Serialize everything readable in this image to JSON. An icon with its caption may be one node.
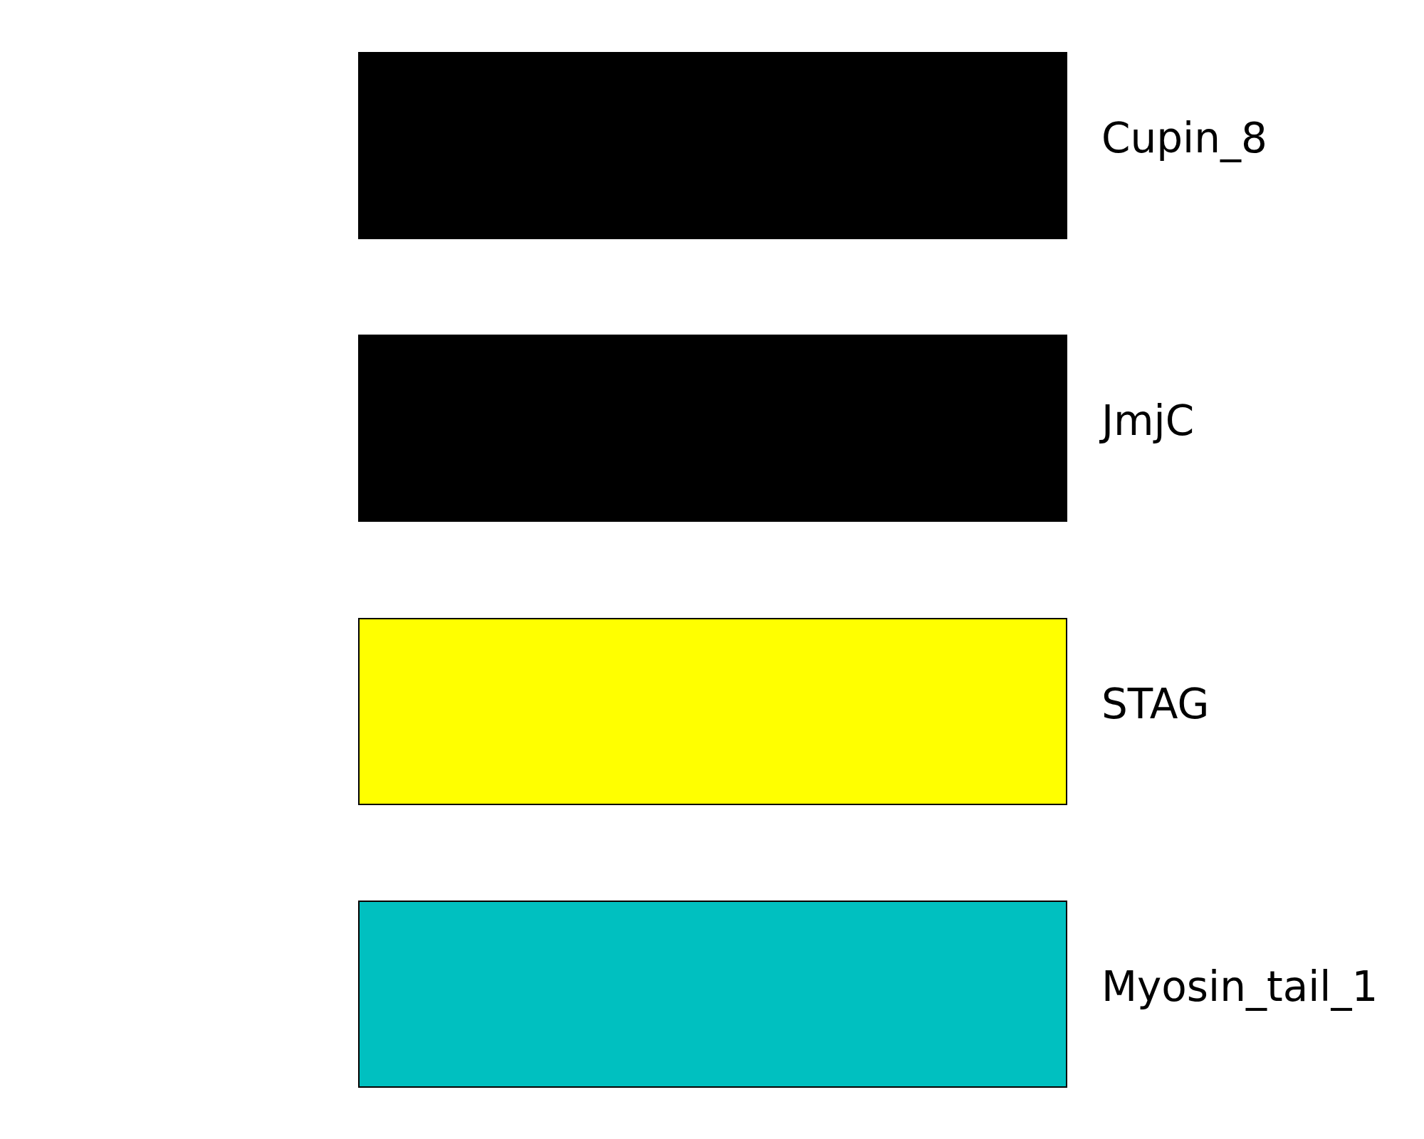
{
  "diagram": {
    "legend": [
      {
        "text": "Cupin_8",
        "color": "#000000"
      },
      {
        "text": "JmjC",
        "color": "#000000"
      },
      {
        "text": "STAG",
        "color": "#ffff00"
      },
      {
        "text": "Myosin_tail_1",
        "color": "#00c0c0"
      }
    ]
  }
}
